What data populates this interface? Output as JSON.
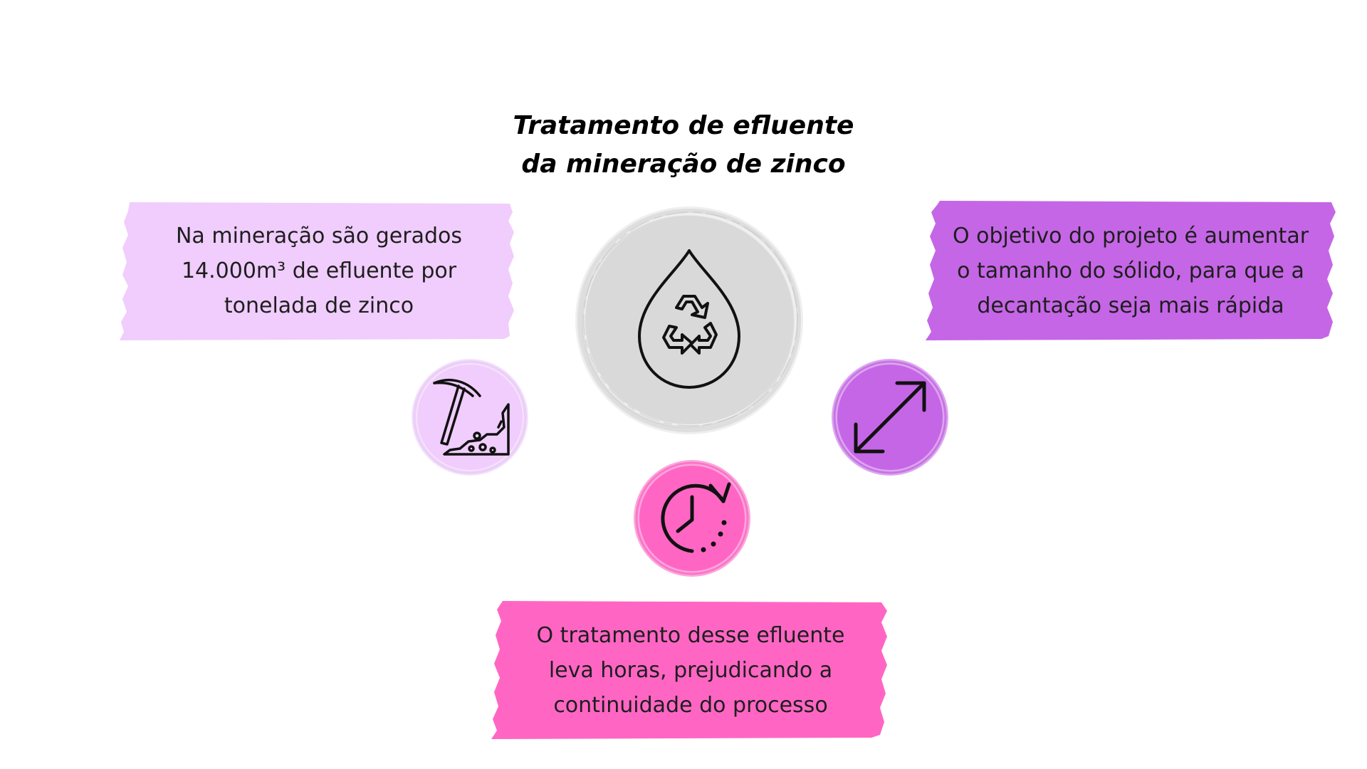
{
  "title": {
    "line1": "Tratamento de efluente",
    "line2": "da mineração de zinco"
  },
  "boxes": {
    "left": {
      "lines": [
        "Na mineração são gerados",
        "14.000m³ de efluente por",
        "tonelada de zinco"
      ],
      "color": "#f0cdfc"
    },
    "right": {
      "lines": [
        "O objetivo do projeto é aumentar",
        "o tamanho do sólido, para que a",
        "decantação seja mais rápida"
      ],
      "color": "#c566e6"
    },
    "bottom": {
      "lines": [
        "O tratamento desse efluente",
        "leva horas, prejudicando a",
        "continuidade do processo"
      ],
      "color": "#ff66c4"
    }
  },
  "icons": {
    "center": {
      "name": "water-drop-recycle-icon",
      "color": "#d9d9d9"
    },
    "left": {
      "name": "pickaxe-mining-icon",
      "color": "#f0cdfc"
    },
    "right": {
      "name": "diagonal-resize-arrow-icon",
      "color": "#c566e6"
    },
    "bottom": {
      "name": "clock-refresh-icon",
      "color": "#ff66c4"
    }
  }
}
